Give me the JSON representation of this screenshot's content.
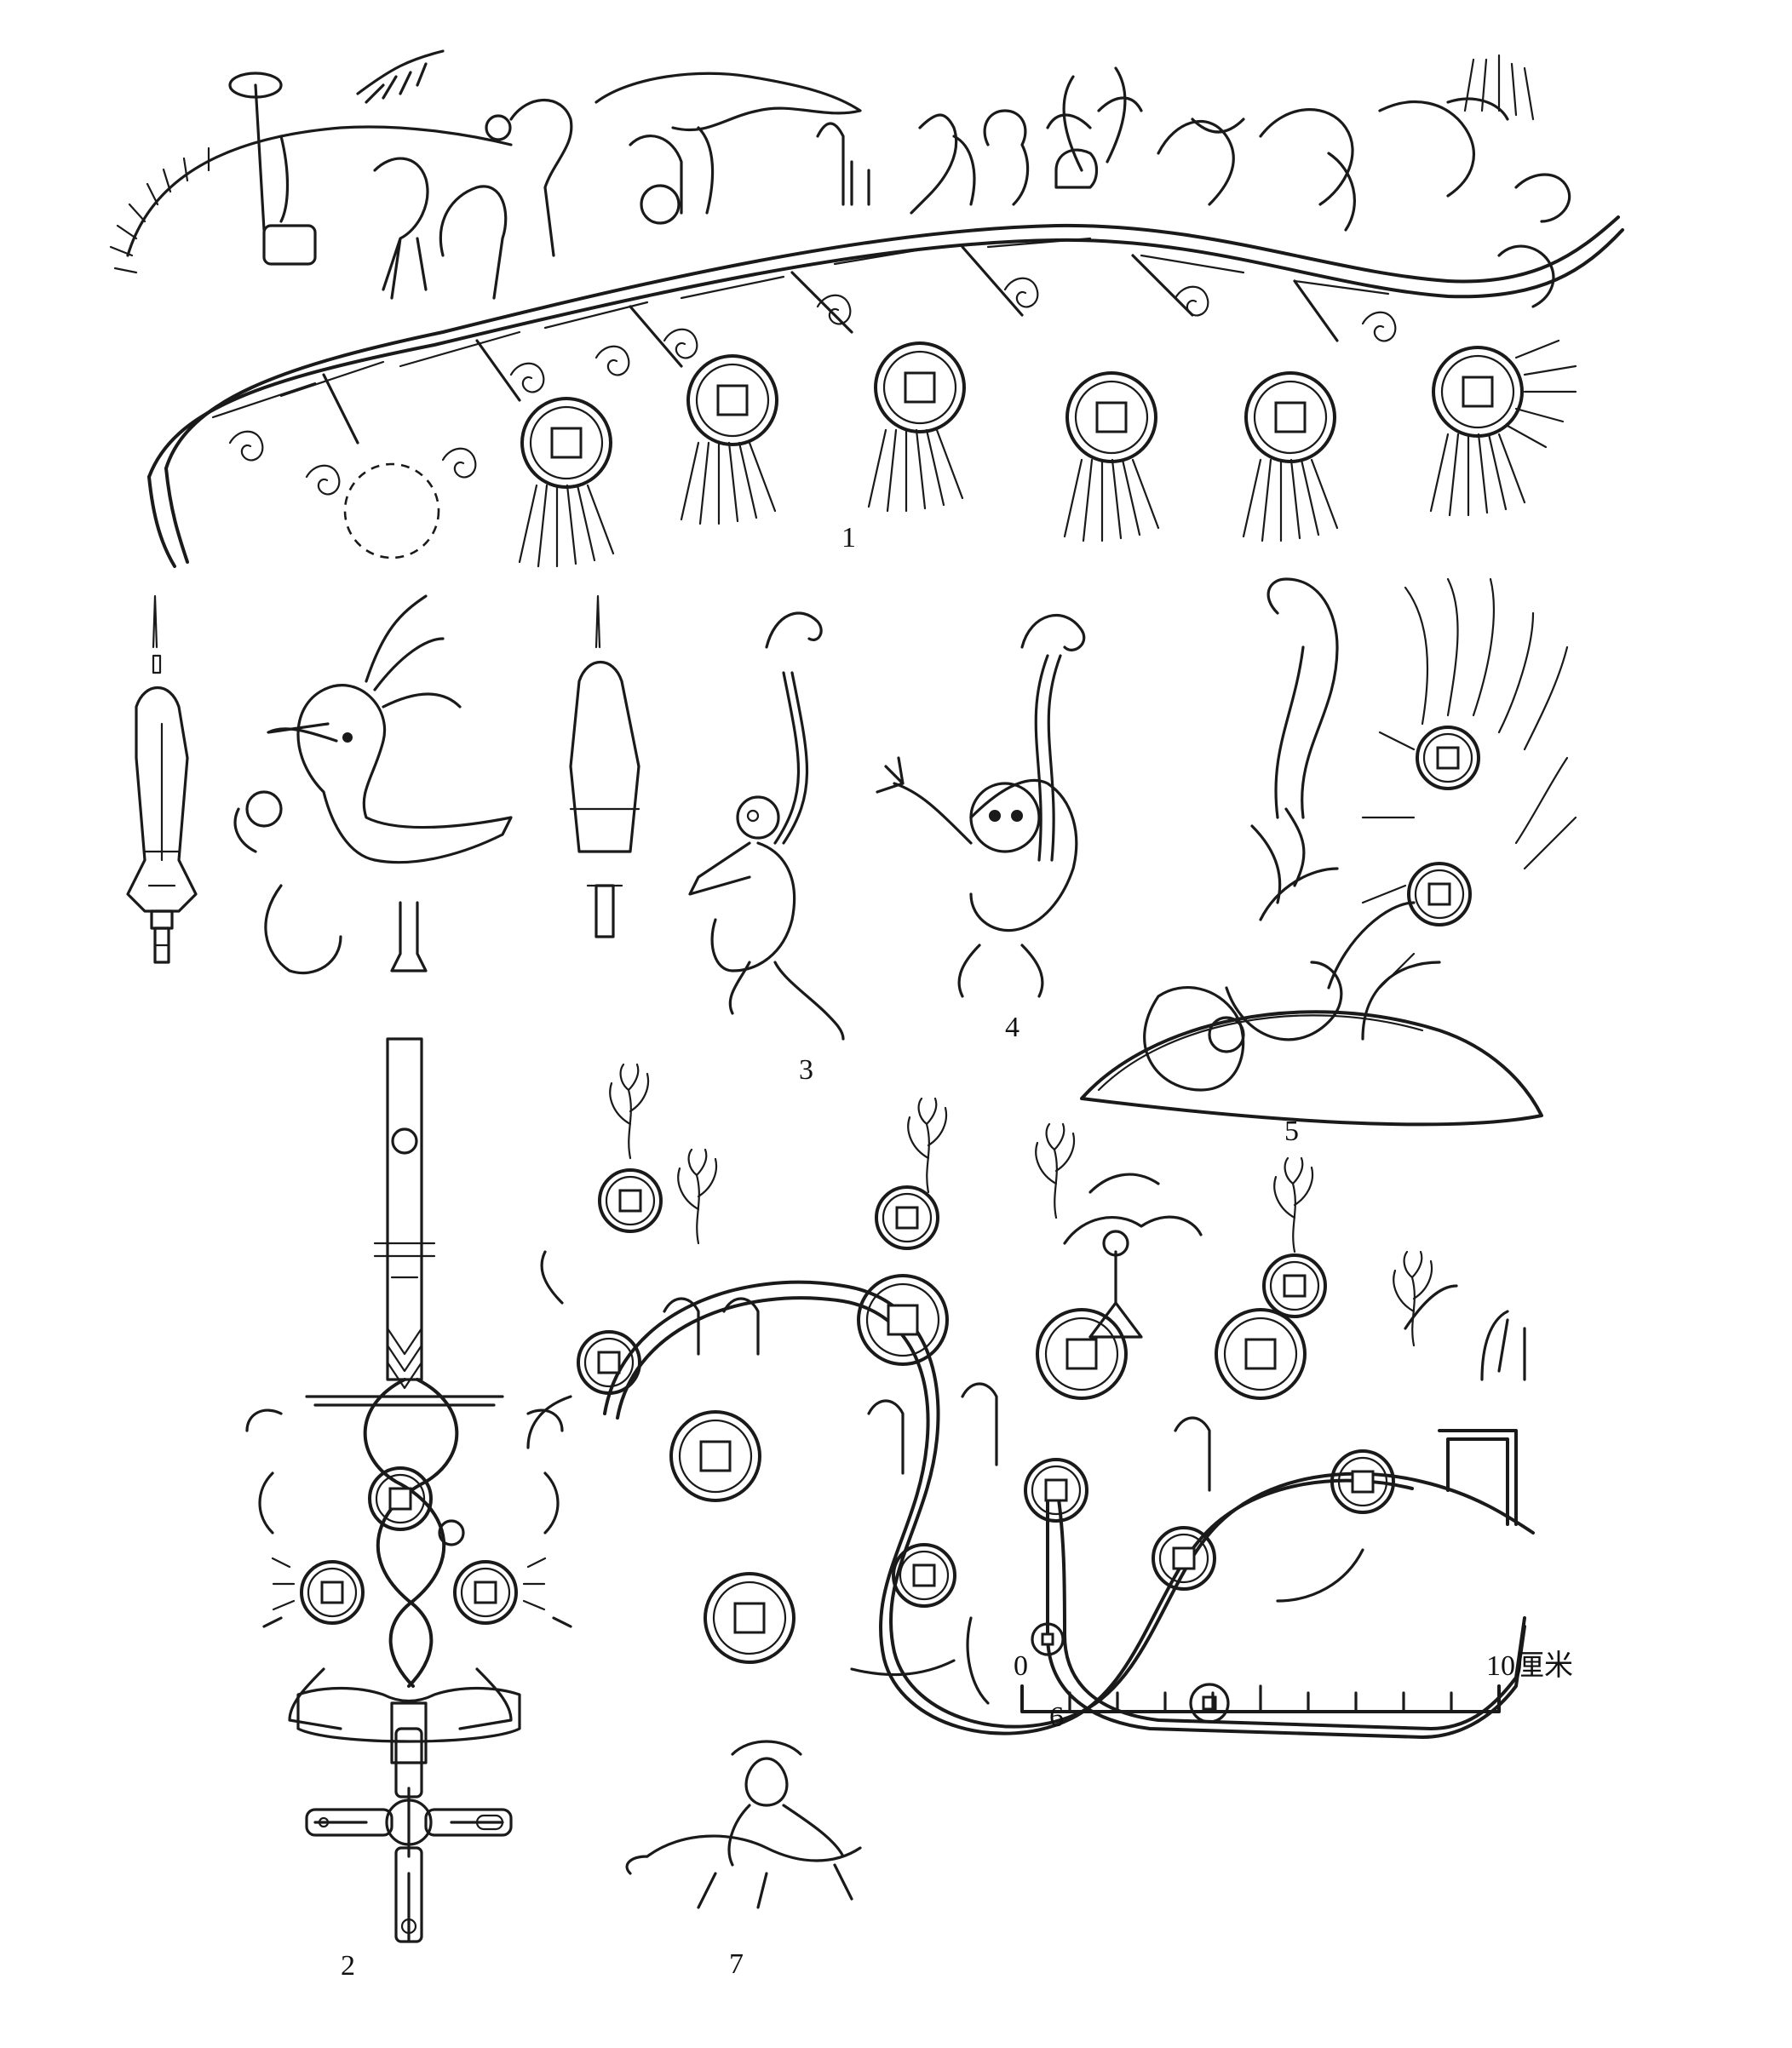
{
  "figure_labels": {
    "fig1": "1",
    "fig2": "2",
    "fig3": "3",
    "fig4": "4",
    "fig5": "5",
    "fig6": "6",
    "fig7": "7"
  },
  "scale_bar": {
    "start_label": "0",
    "end_label": "10厘米"
  }
}
